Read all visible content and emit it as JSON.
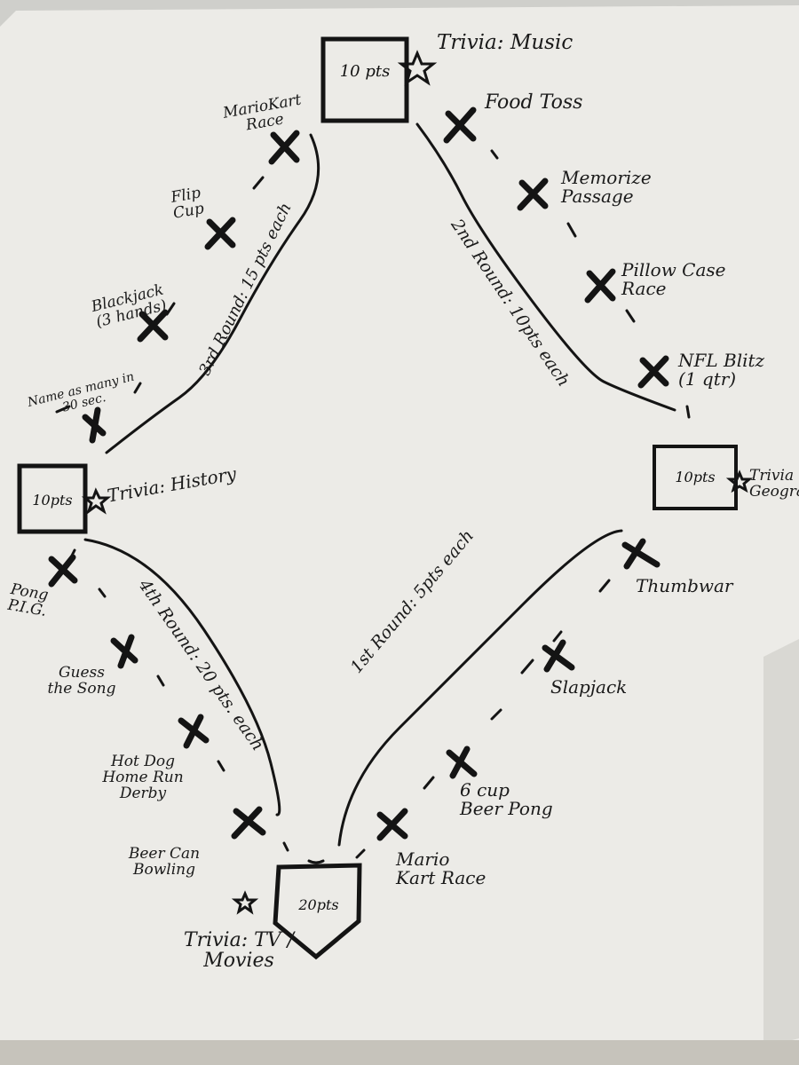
{
  "colors": {
    "board": "#ecebe7",
    "wall": "#cfcfcb",
    "ink": "#141414"
  },
  "bases": {
    "second": {
      "points": "10 pts",
      "trivia": "Trivia: Music"
    },
    "third": {
      "points": "10pts",
      "trivia": "Trivia: History"
    },
    "first": {
      "points": "10pts",
      "trivia": "Trivia Geography"
    },
    "home": {
      "points": "20pts",
      "trivia": "Trivia: TV / Movies"
    }
  },
  "rounds": {
    "first": "1st Round: 5pts each",
    "second": "2nd Round: 10pts each",
    "third": "3rd Round: 15 pts each",
    "fourth": "4th Round: 20 pts. each"
  },
  "games": {
    "home_to_first": [
      "Mario Kart Race",
      "6 cup Beer Pong",
      "Slapjack",
      "Thumbwar"
    ],
    "first_to_second": [
      "NFL Blitz (1 qtr)",
      "Pillow Case Race",
      "Memorize Passage",
      "Food Toss"
    ],
    "second_to_third": [
      "MarioKart Race",
      "Flip Cup",
      "Blackjack (3 hands)",
      "Name as many in 30 sec."
    ],
    "third_to_home": [
      "Pong P.I.G.",
      "Guess the Song",
      "Hot Dog Home Run Derby",
      "Beer Can Bowling"
    ]
  }
}
